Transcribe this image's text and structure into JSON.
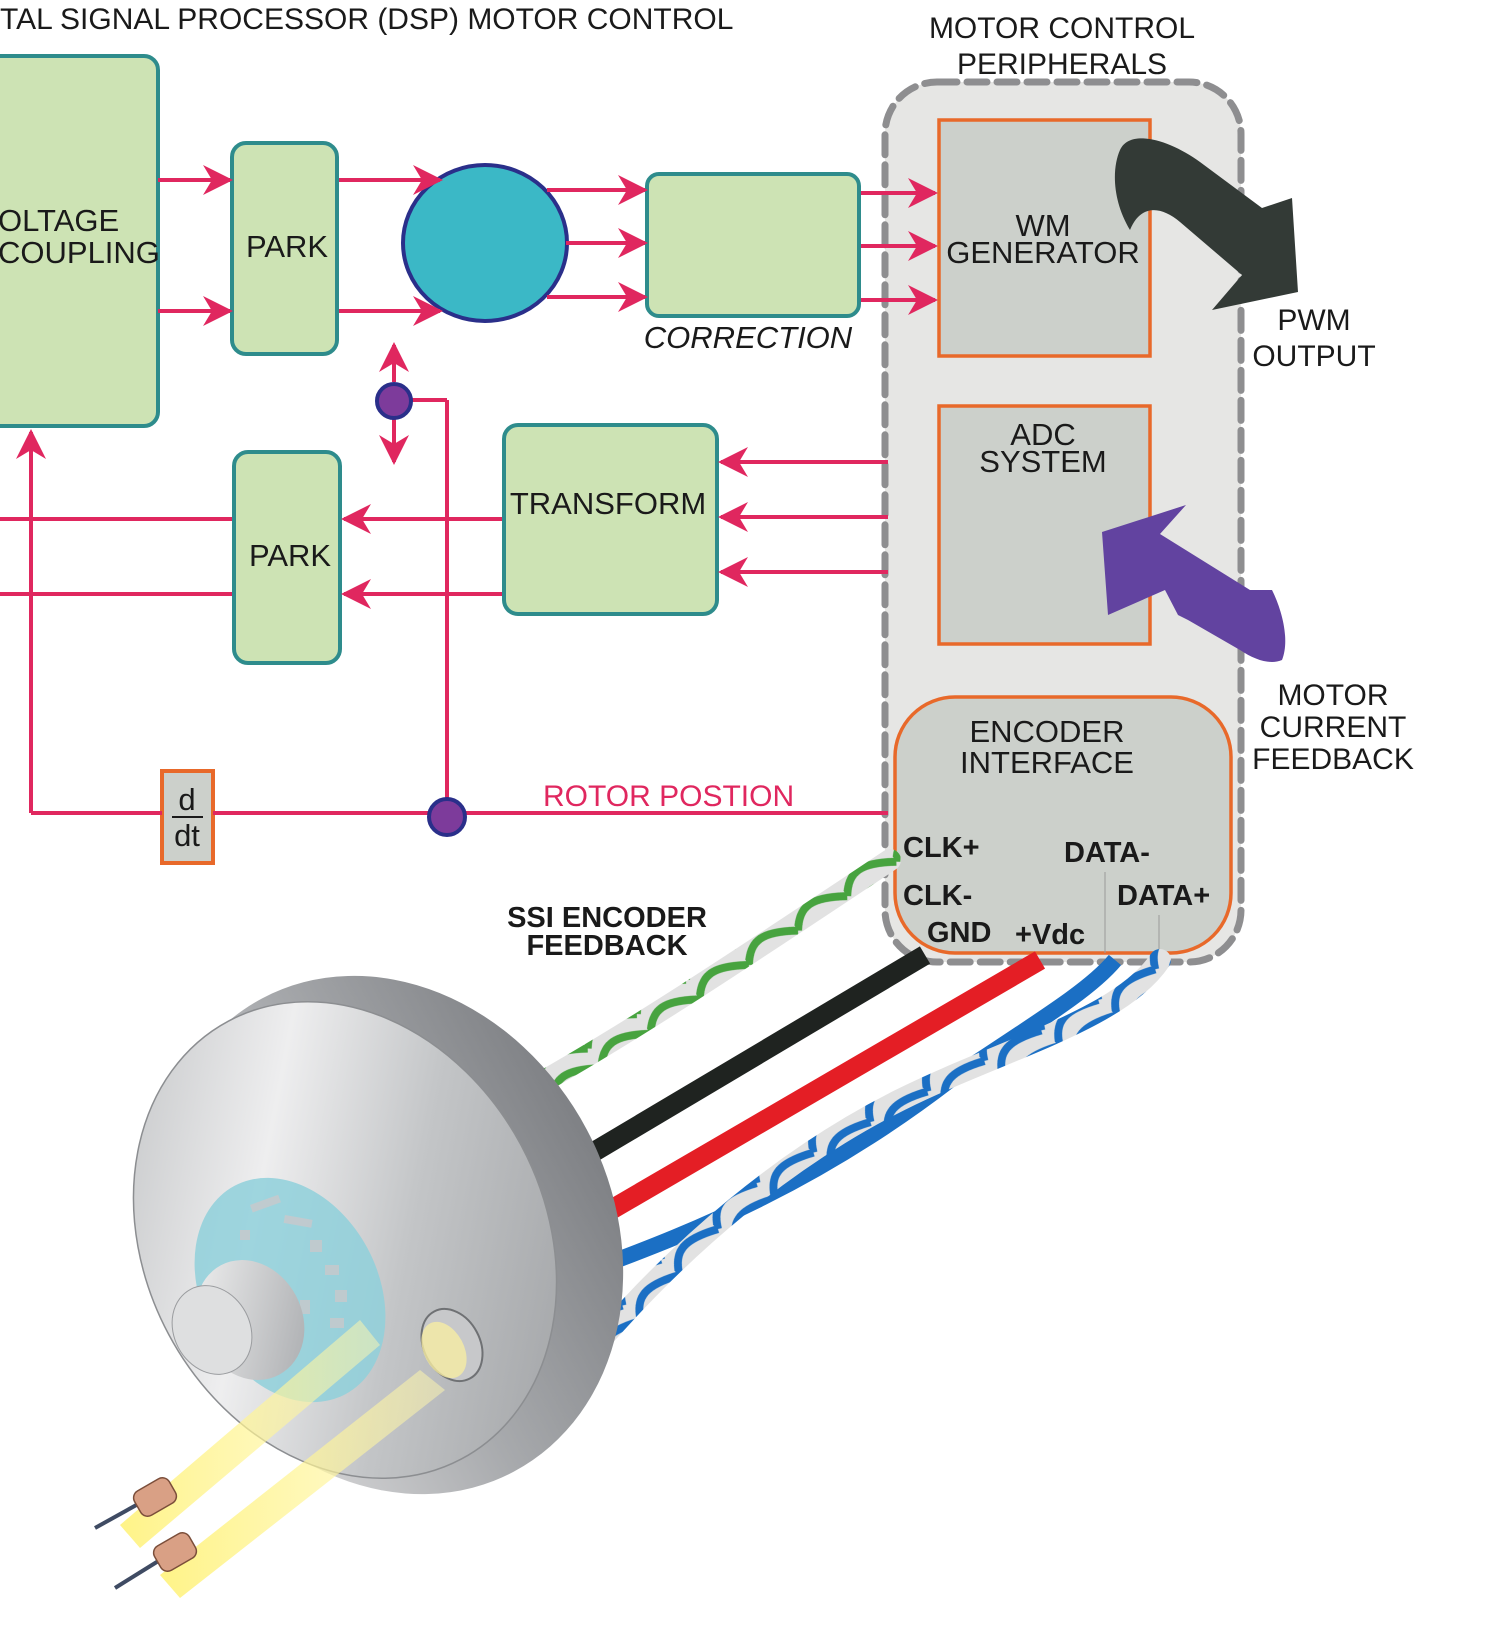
{
  "title": "TAL SIGNAL PROCESSOR (DSP) MOTOR CONTROL",
  "peripherals": {
    "heading_line1": "MOTOR CONTROL",
    "heading_line2": "PERIPHERALS",
    "pwm_generator": {
      "line1": "WM",
      "line2": "GENERATOR"
    },
    "adc_system": {
      "line1": "ADC",
      "line2": "SYSTEM"
    },
    "encoder_interface": {
      "line1": "ENCODER",
      "line2": "INTERFACE",
      "pins": {
        "clk_plus": "CLK+",
        "clk_minus": "CLK-",
        "gnd": "GND",
        "vdc": "+Vdc",
        "data_minus": "DATA-",
        "data_plus": "DATA+"
      }
    }
  },
  "blocks": {
    "voltage_decoupling": {
      "line1": "OLTAGE",
      "line2": "COUPLING"
    },
    "park_top": "PARK",
    "park_bottom": "PARK",
    "correction_caption": "CORRECTION",
    "transform": "TRANSFORM",
    "derivative": {
      "numerator": "d",
      "denominator": "dt"
    }
  },
  "signals": {
    "rotor_position": "ROTOR POSTION",
    "pwm_output": {
      "line1": "PWM",
      "line2": "OUTPUT"
    },
    "motor_current_feedback": {
      "line1": "MOTOR",
      "line2": "CURRENT",
      "line3": "FEEDBACK"
    },
    "ssi_encoder_feedback": {
      "line1": "SSI ENCODER",
      "line2": "FEEDBACK"
    }
  },
  "colors": {
    "block_fill": "#cde3b4",
    "block_stroke": "#2e8c8c",
    "signal_line": "#e0275f",
    "periph_fill": "#e6e6e4",
    "periph_dash": "#8e8e90",
    "inner_fill": "#ccd0cb",
    "inner_stroke": "#e8692a",
    "circle_fill": "#3bb8c6",
    "circle_stroke": "#2a2f8a",
    "node_fill": "#7d3b9b",
    "pwm_arrow": "#333a36",
    "current_arrow": "#6243a0",
    "wire_green": "#47a33f",
    "wire_black": "#1f2320",
    "wire_red": "#e41e25",
    "wire_blue": "#1b6fc4"
  }
}
